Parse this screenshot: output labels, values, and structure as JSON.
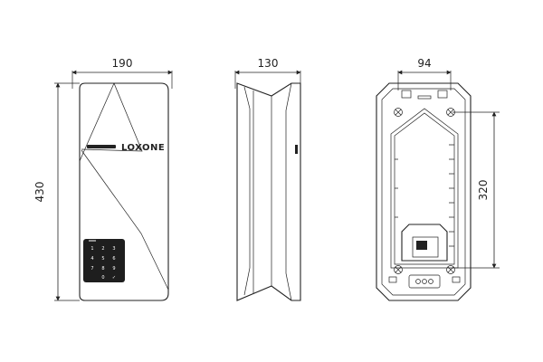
{
  "dimensions": {
    "front_width": "190",
    "front_height": "430",
    "side_depth": "130",
    "back_mount_width": "94",
    "back_mount_height": "320"
  },
  "device": {
    "brand_logo": "LOXONE"
  },
  "keypad": {
    "keys": [
      "1",
      "2",
      "3",
      "4",
      "5",
      "6",
      "7",
      "8",
      "9",
      "0",
      "✓"
    ]
  }
}
